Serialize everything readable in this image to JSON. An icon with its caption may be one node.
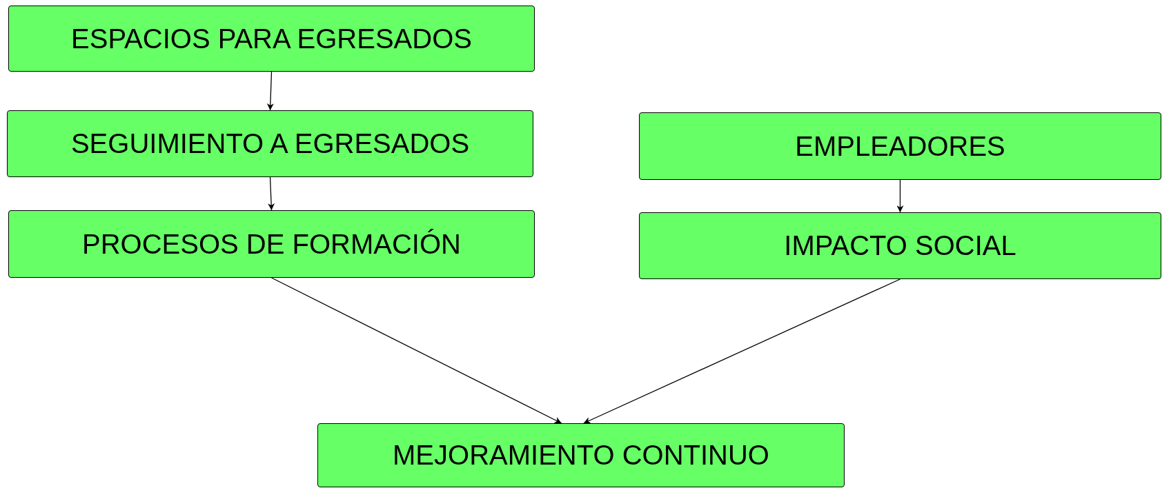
{
  "diagram": {
    "nodes": [
      {
        "text": [
          "ESPACIOS PARA EGRESADOS"
        ]
      },
      {
        "text": [
          "SEGUIMIENTO A EGRESADOS"
        ]
      },
      {
        "text": [
          "PROCESOS DE FORMACIÓN"
        ]
      },
      {
        "text": [
          "EMPLEADORES"
        ]
      },
      {
        "text": [
          "IMPACTO SOCIAL"
        ]
      },
      {
        "text": [
          "MEJORAMIENTO CONTINUO"
        ]
      }
    ],
    "edges": [
      {
        "from": 0,
        "to": 1,
        "arrow": "to"
      },
      {
        "from": 1,
        "to": 2,
        "arrow": "to"
      },
      {
        "from": 3,
        "to": 4,
        "arrow": "to"
      },
      {
        "from": 2,
        "to": 5,
        "arrow": "to"
      },
      {
        "from": 4,
        "to": 5,
        "arrow": "to"
      }
    ]
  }
}
